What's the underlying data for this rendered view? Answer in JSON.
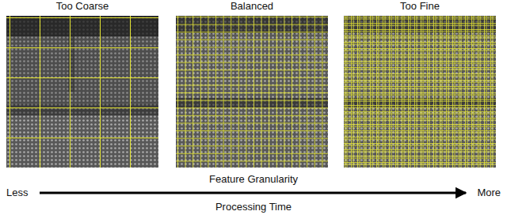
{
  "diagram": {
    "nodes": [
      {
        "text": [
          "Too Coarse"
        ]
      },
      {
        "text": [
          "Balanced"
        ]
      },
      {
        "text": [
          "Too Fine"
        ]
      }
    ],
    "labels": [
      "Feature Granularity",
      "Less",
      "More",
      "Processing Time"
    ]
  }
}
